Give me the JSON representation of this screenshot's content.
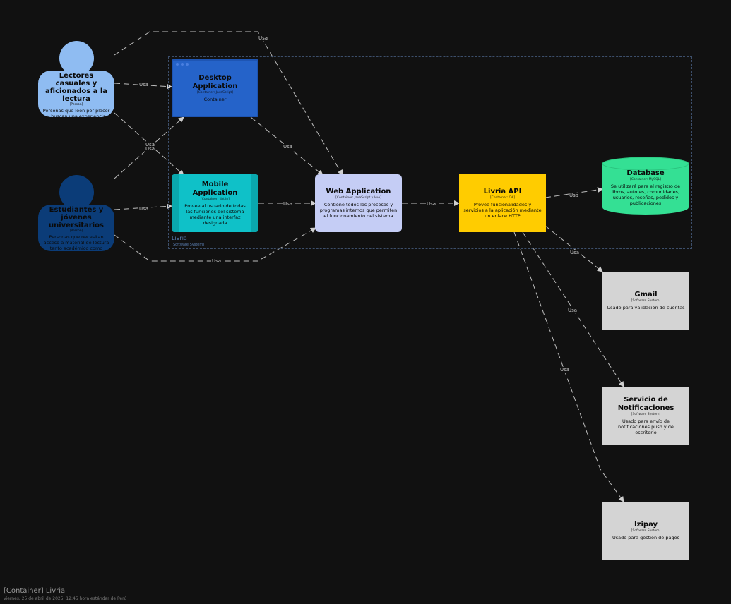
{
  "boundary": {
    "name": "Livria",
    "type": "[Software System]"
  },
  "persons": {
    "lectores": {
      "title": "Lectores casuales y aficionados a la lectura",
      "type": "[Person]",
      "desc": "Personas que leen por placer y buscan una experiencia digital que les permita encontrar obras",
      "color": "#8fbcf2"
    },
    "estudiantes": {
      "title": "Estudiantes y jóvenes universitarios",
      "type": "[Person]",
      "desc": "Personas que necesitan acceso a material de lectura tanto académico como recreativo",
      "color": "#0b3c78"
    }
  },
  "containers": {
    "desktop": {
      "title": "Desktop Application",
      "type": "[Container: JavaScript]",
      "desc": "Container",
      "color": "#2563c9"
    },
    "mobile": {
      "title": "Mobile Application",
      "type": "[Container: Kotlin]",
      "desc": "Provee al usuario de todas las funciones del sistema mediante una interfaz designada",
      "color": "#0fc1c8"
    },
    "web": {
      "title": "Web Application",
      "type": "[Container: JavaScript y Vue]",
      "desc": "Contiene todos los procesos y programas internos que permiten el funcionamiento del sistema",
      "color": "#c5cdf5"
    },
    "api": {
      "title": "Livria API",
      "type": "[Container: C#]",
      "desc": "Provee funcionalidades y servicios a la aplicación mediante un enlace HTTP",
      "color": "#ffcc00"
    },
    "database": {
      "title": "Database",
      "type": "[Container: MySQL]",
      "desc": "Se utilizará para el registro de libros, autores, comunidades, usuarios, reseñas, pedidos y publicaciones",
      "color": "#34e094"
    }
  },
  "systems": {
    "gmail": {
      "title": "Gmail",
      "type": "[Software System]",
      "desc": "Usado para validación de cuentas",
      "color": "#d4d4d4"
    },
    "notificaciones": {
      "title": "Servicio de Notificaciones",
      "type": "[Software System]",
      "desc": "Usado para envío de notificaciones push y de escritorio",
      "color": "#d4d4d4"
    },
    "izipay": {
      "title": "Izipay",
      "type": "[Software System]",
      "desc": "Usado para gestión de pagos",
      "color": "#d4d4d4"
    }
  },
  "edges": {
    "lectores_web": "Usa",
    "lectores_desktop": "Usa",
    "lectores_mobile": "Usa",
    "estudiantes_desktop": "Usa",
    "estudiantes_mobile": "Usa",
    "estudiantes_web": "Usa",
    "desktop_web": "Usa",
    "mobile_web": "Usa",
    "web_api": "Usa",
    "api_database": "Usa",
    "api_gmail": "Usa",
    "api_notificaciones": "Usa",
    "api_izipay": "Usa"
  },
  "footer": {
    "title": "[Container] Livria",
    "date": "viernes, 25 de abril de 2025, 12:45 hora estándar de Perú"
  }
}
